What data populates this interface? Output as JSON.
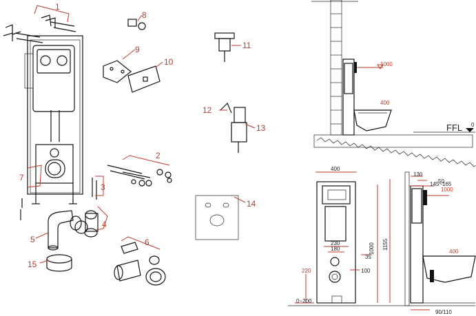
{
  "callouts": [
    "1",
    "2",
    "3",
    "4",
    "5",
    "6",
    "7",
    "8",
    "9",
    "10",
    "11",
    "12",
    "13",
    "14",
    "15"
  ],
  "side_view": {
    "floor_label": "FFL",
    "floor_level": "0",
    "water_inlet_height": "1000",
    "cistern_level": "400"
  },
  "bottom_views": {
    "frame_width": "400",
    "height_1000": "1000",
    "height_1155": "1155",
    "dim_230": "230",
    "dim_180": "180",
    "dim_35": "35",
    "dim_100": "100",
    "dim_220": "220",
    "dim_0_200": "0~200",
    "depth_range": "145~165",
    "dim_130": "130",
    "dim_50": "50",
    "inlet_1000": "1000",
    "pan_400": "400",
    "drain_range": "90/110"
  },
  "colors": {
    "callout": "#c0392b",
    "line": "#111111"
  }
}
